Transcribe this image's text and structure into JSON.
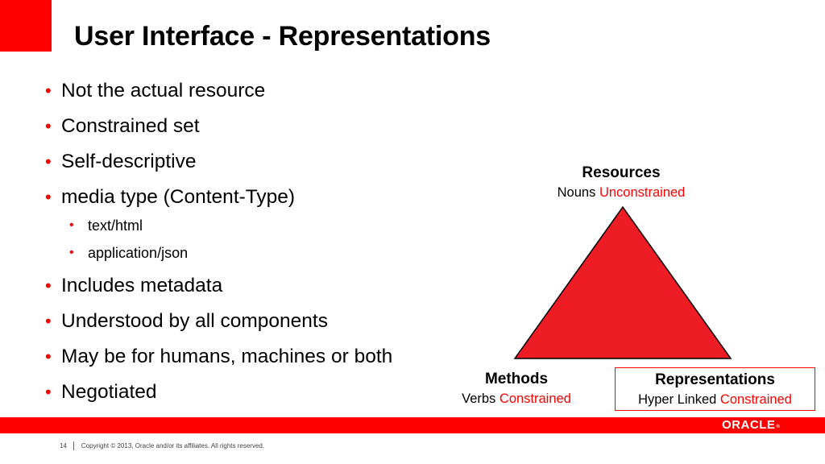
{
  "slide": {
    "title": "User Interface - Representations",
    "bullets": [
      {
        "text": "Not the actual resource",
        "level": 1
      },
      {
        "text": "Constrained set",
        "level": 1
      },
      {
        "text": "Self-descriptive",
        "level": 1
      },
      {
        "text": "media type (Content-Type)",
        "level": 1
      },
      {
        "text": "text/html",
        "level": 2
      },
      {
        "text": "application/json",
        "level": 2
      },
      {
        "text": "Includes metadata",
        "level": 1
      },
      {
        "text": "Understood by all components",
        "level": 1
      },
      {
        "text": "May be for humans, machines or both",
        "level": 1
      },
      {
        "text": "Negotiated",
        "level": 1
      }
    ],
    "diagram": {
      "resources": {
        "heading": "Resources",
        "noun": "Nouns",
        "constraint": "Unconstrained"
      },
      "methods": {
        "heading": "Methods",
        "noun": "Verbs",
        "constraint": "Constrained"
      },
      "representations": {
        "heading": "Representations",
        "noun": "Hyper Linked",
        "constraint": "Constrained"
      },
      "triangle_color": "#ee1c25"
    }
  },
  "footer": {
    "page_number": "14",
    "copyright": "Copyright © 2013, Oracle and/or its affiliates. All rights reserved.",
    "logo_text": "ORACLE",
    "logo_mark": "®"
  },
  "colors": {
    "accent": "#ff0000",
    "text": "#000000"
  }
}
